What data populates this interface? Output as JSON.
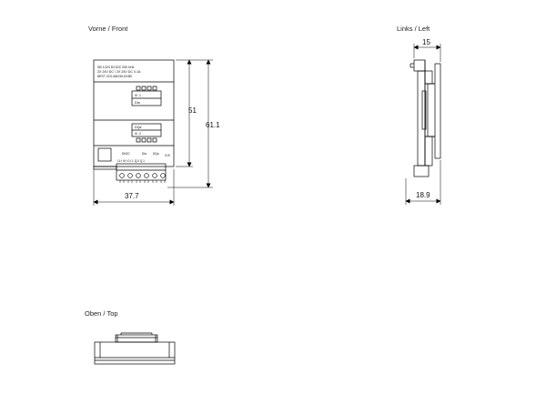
{
  "views": {
    "front": {
      "label": "Vorne / Front"
    },
    "left": {
      "label": "Links / Left"
    },
    "top": {
      "label": "Oben / Top"
    }
  },
  "dimensions": {
    "front_width": "37.7",
    "front_height_inner": "51",
    "front_height_total": "61.1",
    "left_depth_top": "15",
    "left_depth_bottom": "18.9"
  },
  "module_text": {
    "line1": "SB 1223 DC/DC 200 kHz",
    "line2": "2X 24V DC / 2X 24V DC 0.1A",
    "line3": "6ES7 223-3AD30-0XB0",
    "di_label": "DIa",
    "do_label": "DQa",
    "term_label_1": "DI/DC",
    "term_label_2": "DIa",
    "term_label_3": "DQa",
    "term_label_4": "X19",
    "term_row": "1L+ M I.0 I.1 Q.0 Q.1",
    "io_top": "I0 .1",
    "io_bottom": "I0 .2"
  },
  "colors": {
    "line": "#000000",
    "background": "#ffffff"
  }
}
